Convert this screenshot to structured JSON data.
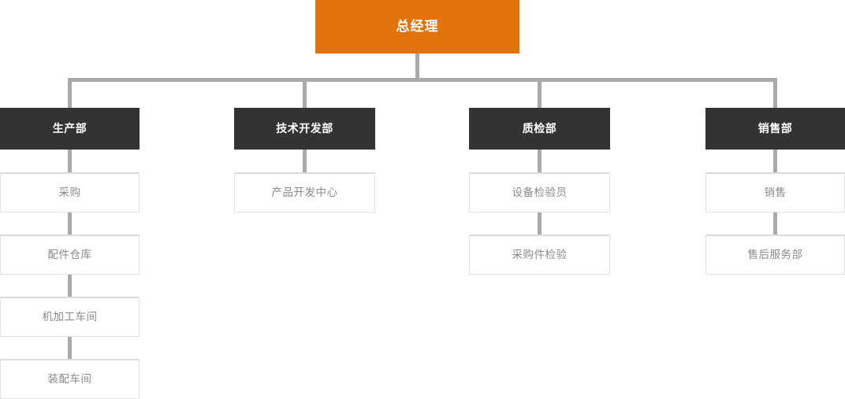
{
  "chart": {
    "type": "org-chart",
    "title": "",
    "colors": {
      "root_background": "#e2720c",
      "root_text": "#ffffff",
      "department_background": "#333333",
      "department_text": "#ffffff",
      "sub_background": "#ffffff",
      "sub_text": "#8a8a8a",
      "sub_border": "#e2e2e2",
      "connector": "#aaaaaa",
      "page_background": "#ffffff"
    },
    "root": {
      "label": "总经理"
    },
    "branches": [
      {
        "label": "生产部",
        "children": [
          {
            "label": "采购"
          },
          {
            "label": "配件仓库"
          },
          {
            "label": "机加工车间"
          },
          {
            "label": "装配车间"
          }
        ]
      },
      {
        "label": "技术开发部",
        "children": [
          {
            "label": "产品开发中心"
          }
        ]
      },
      {
        "label": "质检部",
        "children": [
          {
            "label": "设备检验员"
          },
          {
            "label": "采购件检验"
          }
        ]
      },
      {
        "label": "销售部",
        "children": [
          {
            "label": "销售"
          },
          {
            "label": "售后服务部"
          }
        ]
      }
    ]
  }
}
